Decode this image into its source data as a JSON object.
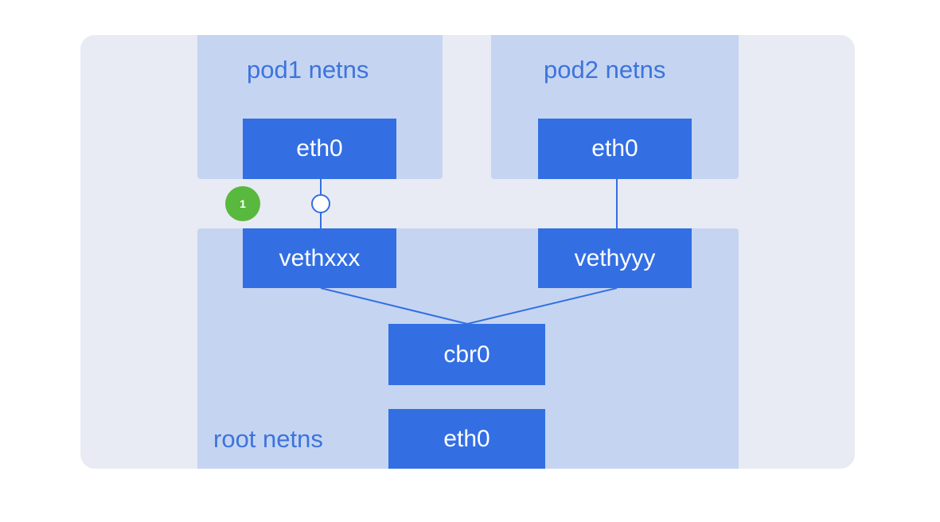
{
  "pod1": {
    "label": "pod1 netns",
    "eth": "eth0"
  },
  "pod2": {
    "label": "pod2 netns",
    "eth": "eth0"
  },
  "root": {
    "label": "root netns",
    "veth_a": "vethxxx",
    "veth_b": "vethyyy",
    "bridge": "cbr0",
    "eth": "eth0"
  },
  "step_badge": "1",
  "colors": {
    "card_bg": "#e8ebf3",
    "netns_bg": "#c5d5f1",
    "netns_label": "#3d73dc",
    "interface_bg": "#336fe3",
    "line": "#336fe3",
    "badge": "#59b83e"
  }
}
